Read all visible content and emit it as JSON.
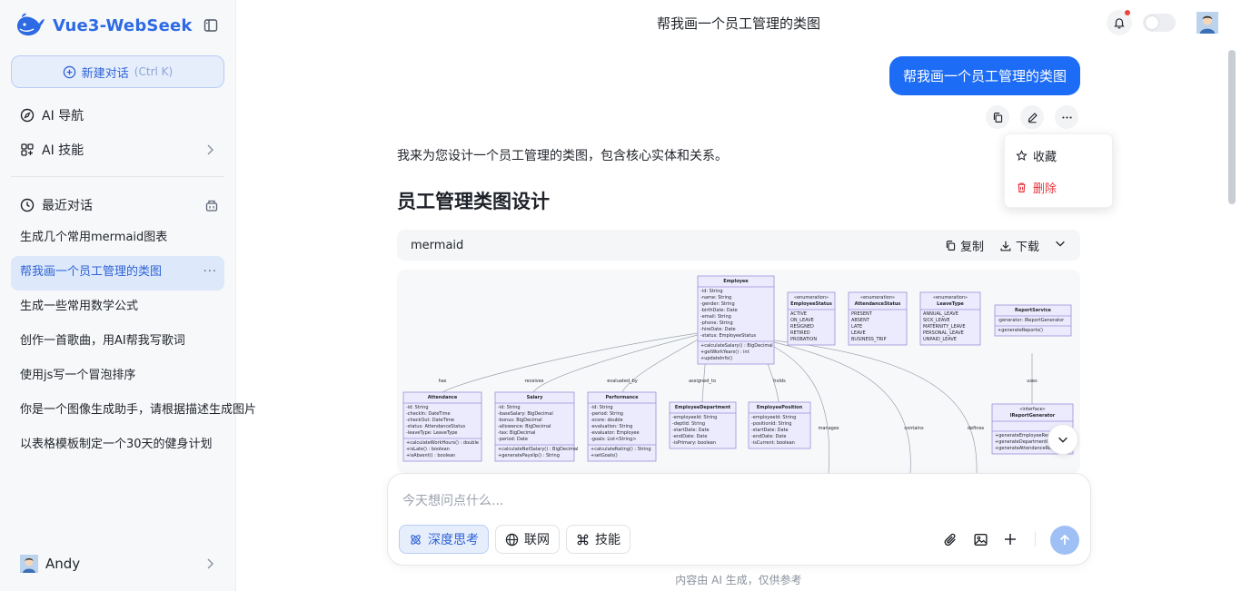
{
  "app": {
    "name": "Vue3-WebSeek"
  },
  "sidebar": {
    "new_chat_label": "新建对话",
    "new_chat_shortcut": "(Ctrl K)",
    "nav": [
      {
        "label": "AI 导航",
        "icon": "compass-icon"
      },
      {
        "label": "AI 技能",
        "icon": "grid-icon"
      }
    ],
    "recent_title": "最近对话",
    "conversations": [
      {
        "title": "生成几个常用mermaid图表",
        "active": false
      },
      {
        "title": "帮我画一个员工管理的类图",
        "active": true
      },
      {
        "title": "生成一些常用数学公式",
        "active": false
      },
      {
        "title": "创作一首歌曲，用AI帮我写歌词",
        "active": false
      },
      {
        "title": "使用js写一个冒泡排序",
        "active": false
      },
      {
        "title": "你是一个图像生成助手，请根据描述生成图片",
        "active": false
      },
      {
        "title": "以表格模板制定一个30天的健身计划",
        "active": false
      }
    ],
    "more_label": "···",
    "user_name": "Andy"
  },
  "header": {
    "title": "帮我画一个员工管理的类图"
  },
  "chat": {
    "user_message": "帮我画一个员工管理的类图",
    "menu": {
      "favorite": "收藏",
      "delete": "删除"
    },
    "ai_intro": "我来为您设计一个员工管理的类图，包含核心实体和关系。",
    "ai_heading": "员工管理类图设计",
    "code_block": {
      "language": "mermaid",
      "copy": "复制",
      "download": "下载"
    }
  },
  "diagram": {
    "classes": [
      {
        "id": "employee",
        "name": "Employee",
        "fields": [
          "-id: String",
          "-name: String",
          "-gender: String",
          "-birthDate: Date",
          "-email: String",
          "-phone: String",
          "-hireDate: Date",
          "-status: EmployeeStatus"
        ],
        "methods": [
          "+calculateSalary() : BigDecimal",
          "+getWorkYears() : int",
          "+updateInfo()"
        ]
      },
      {
        "id": "emp-status",
        "stereo": "«enumeration»",
        "name": "EmployeeStatus",
        "fields": [
          "ACTIVE",
          "ON_LEAVE",
          "RESIGNED",
          "RETIRED",
          "PROBATION"
        ],
        "methods": []
      },
      {
        "id": "att-status",
        "stereo": "«enumeration»",
        "name": "AttendanceStatus",
        "fields": [
          "PRESENT",
          "ABSENT",
          "LATE",
          "LEAVE",
          "BUSINESS_TRIP"
        ],
        "methods": []
      },
      {
        "id": "leave-type",
        "stereo": "«enumeration»",
        "name": "LeaveType",
        "fields": [
          "ANNUAL_LEAVE",
          "SICK_LEAVE",
          "MATERNITY_LEAVE",
          "PERSONAL_LEAVE",
          "UNPAID_LEAVE"
        ],
        "methods": []
      },
      {
        "id": "report-service",
        "name": "ReportService",
        "fields": [
          "-generator: IReportGenerator"
        ],
        "methods": [
          "+generateReports()"
        ]
      },
      {
        "id": "attendance",
        "name": "Attendance",
        "fields": [
          "-id: String",
          "-checkIn: DateTime",
          "-checkOut: DateTime",
          "-status: AttendanceStatus",
          "-leaveType: LeaveType"
        ],
        "methods": [
          "+calculateWorkHours() : double",
          "+isLate() : boolean",
          "+isAbsent() : boolean"
        ]
      },
      {
        "id": "salary",
        "name": "Salary",
        "fields": [
          "-id: String",
          "-baseSalary: BigDecimal",
          "-bonus: BigDecimal",
          "-allowance: BigDecimal",
          "-tax: BigDecimal",
          "-period: Date"
        ],
        "methods": [
          "+calculateNetSalary() : BigDecimal",
          "+generatePayslip() : String"
        ]
      },
      {
        "id": "performance",
        "name": "Performance",
        "fields": [
          "-id: String",
          "-period: String",
          "-score: double",
          "-evaluation: String",
          "-evaluator: Employee",
          "-goals: List<String>"
        ],
        "methods": [
          "+calculateRating() : String",
          "+setGoals()"
        ]
      },
      {
        "id": "employee-dept",
        "name": "EmployeeDepartment",
        "fields": [
          "-employeeId: String",
          "-deptId: String",
          "-startDate: Date",
          "-endDate: Date",
          "-isPrimary: boolean"
        ],
        "methods": []
      },
      {
        "id": "employee-pos",
        "name": "EmployeePosition",
        "fields": [
          "-employeeId: String",
          "-positionId: String",
          "-startDate: Date",
          "-endDate: Date",
          "-isCurrent: boolean"
        ],
        "methods": []
      },
      {
        "id": "ireport",
        "stereo": "«interface»",
        "name": "IReportGenerator",
        "fields": [],
        "methods": [
          "+generateEmployeeReport()",
          "+generateDepartmentReport()",
          "+generateAttendanceReport()"
        ]
      }
    ],
    "relation_labels": [
      "has",
      "receives",
      "evaluated_by",
      "assigned_to",
      "holds",
      "manages",
      "contains",
      "defines",
      "uses"
    ]
  },
  "composer": {
    "placeholder": "今天想问点什么...",
    "deep_think": "深度思考",
    "web": "联网",
    "skills": "技能"
  },
  "footer_note": "内容由 AI 生成，仅供参考",
  "colors": {
    "brand": "#2d6ae3",
    "user_bubble": "#1d6cf5",
    "danger": "#e5343d",
    "class_fill": "#ecebfd",
    "class_stroke": "#9b8fd9"
  }
}
